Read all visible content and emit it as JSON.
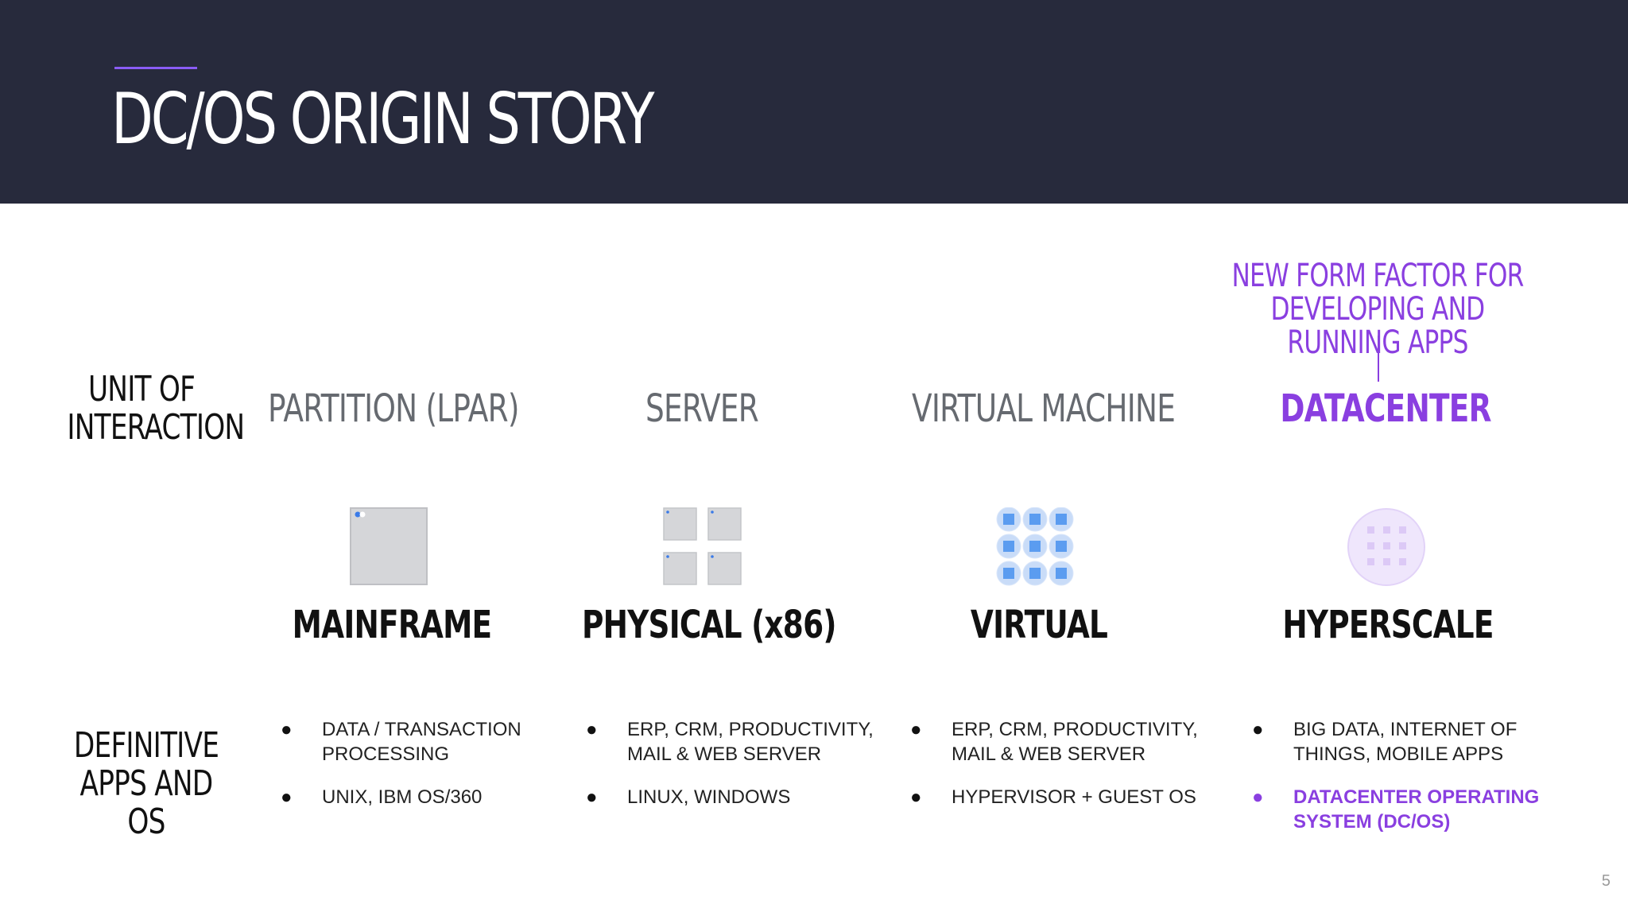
{
  "slide": {
    "title": "DC/OS ORIGIN STORY",
    "page_number": "5"
  },
  "colors": {
    "header_bg": "#272a3c",
    "accent": "#8a3fe0",
    "muted": "#666a70",
    "icon_gray": "#d5d6d9",
    "icon_blue": "#5b9cf0"
  },
  "row_labels": {
    "unit": "UNIT OF\nINTERACTION",
    "apps": "DEFINITIVE\nAPPS AND OS"
  },
  "callout": "NEW FORM FACTOR FOR\nDEVELOPING AND RUNNING APPS",
  "columns": [
    {
      "unit": "PARTITION (LPAR)",
      "icon": "mainframe-icon",
      "type": "MAINFRAME",
      "bullets": [
        "DATA / TRANSACTION\nPROCESSING",
        "UNIX, IBM OS/360"
      ]
    },
    {
      "unit": "SERVER",
      "icon": "physical-servers-icon",
      "type": "PHYSICAL (x86)",
      "bullets": [
        "ERP, CRM, PRODUCTIVITY,\nMAIL & WEB SERVER",
        "LINUX, WINDOWS"
      ]
    },
    {
      "unit": "VIRTUAL MACHINE",
      "icon": "virtual-machines-icon",
      "type": "VIRTUAL",
      "bullets": [
        "ERP, CRM, PRODUCTIVITY,\nMAIL & WEB SERVER",
        "HYPERVISOR + GUEST OS"
      ]
    },
    {
      "unit": "DATACENTER",
      "icon": "hyperscale-icon",
      "type": "HYPERSCALE",
      "bullets": [
        "BIG DATA, INTERNET OF\nTHINGS, MOBILE APPS",
        "DATACENTER OPERATING\nSYSTEM (DC/OS)"
      ]
    }
  ]
}
